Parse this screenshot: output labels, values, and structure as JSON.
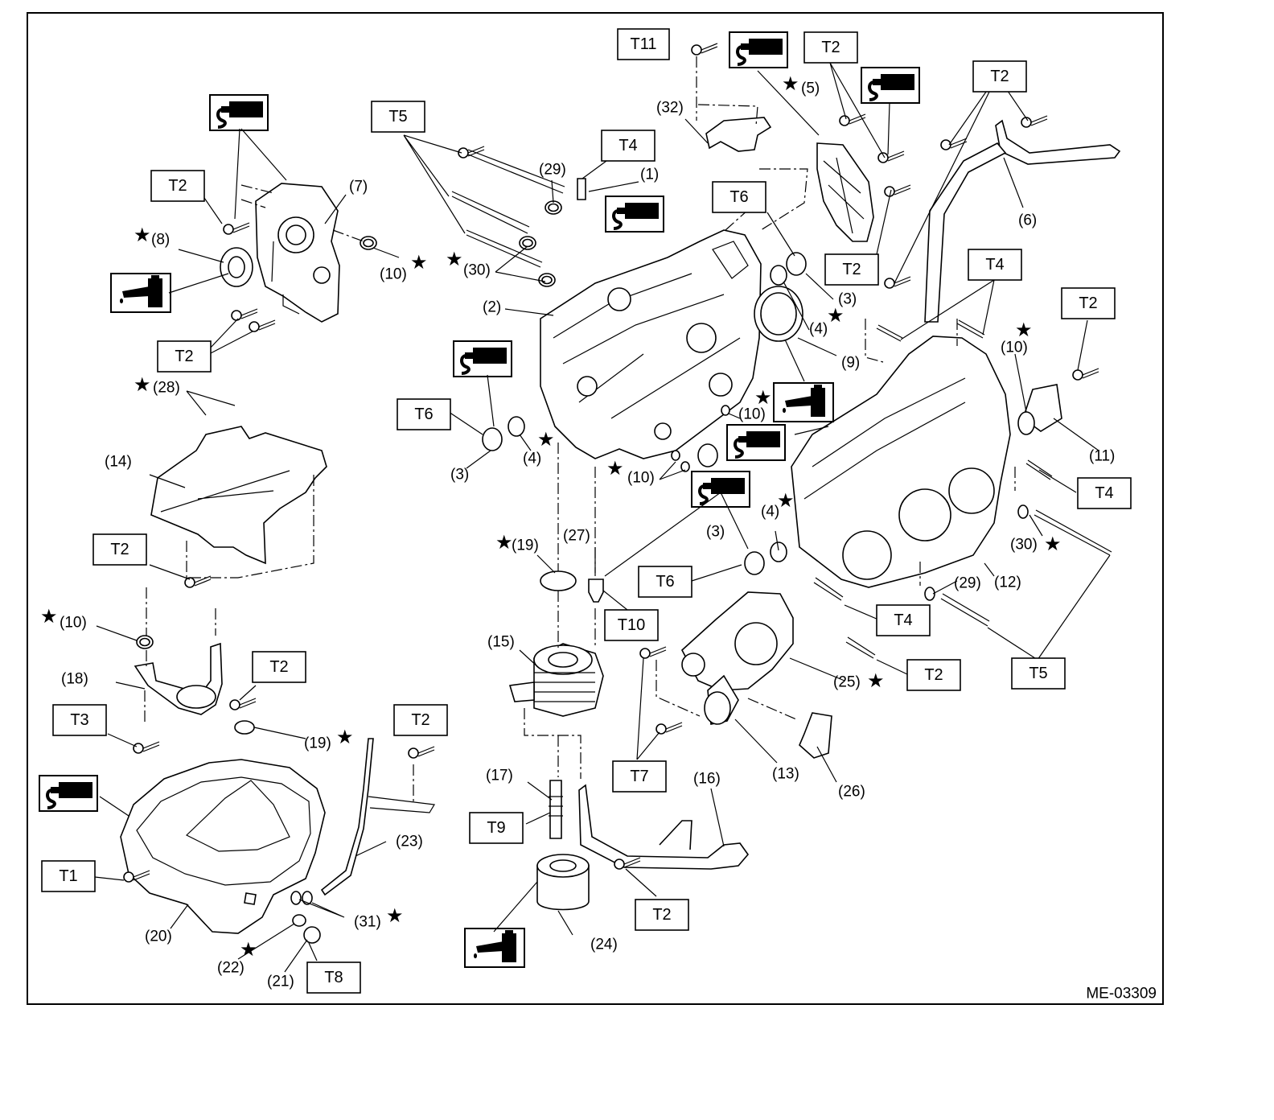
{
  "figure_code": "ME-03309",
  "torque_labels": [
    "T1",
    "T2",
    "T3",
    "T4",
    "T5",
    "T6",
    "T7",
    "T8",
    "T9",
    "T10",
    "T11"
  ],
  "labels": {
    "t11": "T11",
    "t2_top_cover": "T2",
    "t2_top_right": "T2",
    "t4_top": "T4",
    "t5_top": "T5",
    "t6_top": "T6",
    "t2_pump": "T2",
    "t2_pump_low": "T2",
    "t2_cover_low": "T2",
    "t4_right_upper": "T4",
    "t2_right": "T2",
    "t6_left": "T6",
    "t4_right_mid": "T4",
    "t6_mid": "T6",
    "t2_baffle": "T2",
    "t10": "T10",
    "t4_low": "T4",
    "t2_strainer": "T2",
    "t3": "T3",
    "t2_low_mid": "T2",
    "t5_low": "T5",
    "t2_gauge": "T2",
    "t7": "T7",
    "t9": "T9",
    "t1": "T1",
    "t2_hose": "T2",
    "t8": "T8"
  },
  "callouts": {
    "c1": "(1)",
    "c2": "(2)",
    "c3a": "(3)",
    "c3b": "(3)",
    "c3c": "(3)",
    "c4a": "(4)",
    "c4b": "(4)",
    "c4c": "(4)",
    "c5": "(5)",
    "c6": "(6)",
    "c7": "(7)",
    "c8": "(8)",
    "c9": "(9)",
    "c10a": "(10)",
    "c10b": "(10)",
    "c10c": "(10)",
    "c10d": "(10)",
    "c10e": "(10)",
    "c11": "(11)",
    "c12": "(12)",
    "c13": "(13)",
    "c14": "(14)",
    "c15": "(15)",
    "c16": "(16)",
    "c17": "(17)",
    "c18": "(18)",
    "c19a": "(19)",
    "c19b": "(19)",
    "c20": "(20)",
    "c21": "(21)",
    "c22": "(22)",
    "c23": "(23)",
    "c24": "(24)",
    "c25": "(25)",
    "c26": "(26)",
    "c27": "(27)",
    "c28": "(28)",
    "c29a": "(29)",
    "c29b": "(29)",
    "c30a": "(30)",
    "c30b": "(30)",
    "c31": "(31)",
    "c32": "(32)"
  },
  "star_glyph": "★",
  "symbols": [
    "sealant-icon",
    "oil-can-icon"
  ]
}
